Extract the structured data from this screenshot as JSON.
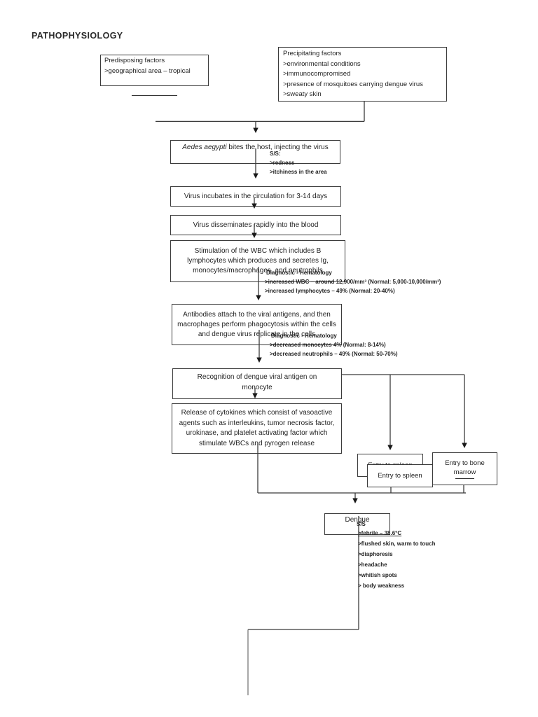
{
  "title": "PATHOPHYSIOLOGY",
  "colors": {
    "border": "#3b3b3b",
    "line": "#3b3b3b",
    "arrow": "#191919",
    "text": "#1f1f1f",
    "background": "#ffffff"
  },
  "flowchart": {
    "predisposing": {
      "heading": "Predisposing factors",
      "items": [
        ">geographical area – tropical"
      ]
    },
    "precipitating": {
      "heading": "Precipitating factors",
      "items": [
        ">environmental conditions",
        ">immunocompromised",
        ">presence of mosquitoes carrying dengue virus",
        ">sweaty skin"
      ]
    },
    "bite": {
      "species": "Aedes aegypti",
      "text": " bites the host, injecting the virus",
      "ss_label": "S/S:",
      "ss_items": [
        ">redness",
        ">itchiness in the area"
      ]
    },
    "incubation": {
      "text": "Virus incubates in the circulation for 3-14 days"
    },
    "dissemination": {
      "text": "Virus disseminates rapidly into the blood"
    },
    "stimulation": {
      "text": "Stimulation of the WBC which includes B lymphocytes which produces and secretes Ig, monocytes/macrophages, and neutrophils",
      "diagnostic_label": "Diagnostic - Hematology",
      "diagnostic_items": [
        ">increased WBC – around 12,900/mm³ (Normal: 5,000-10,000/mm³)",
        ">increased lymphocytes – 49% (Normal: 20-40%)"
      ]
    },
    "antibodies": {
      "text": "Antibodies attach to the viral antigens, and then macrophages perform phagocytosis within the cells and dengue virus replicate in the cells",
      "diagnostic_label": "Diagnostic - Hematology",
      "diagnostic_items": [
        ">decreased monocytes 4% (Normal: 8-14%)",
        ">decreased neutrophils – 49% (Normal: 50-70%)"
      ]
    },
    "recognition": {
      "text": "Recognition of dengue viral antigen on monocyte"
    },
    "release": {
      "text": "Release of cytokines which consist of vasoactive agents such as interleukins, tumor necrosis factor, urokinase, and platelet activating factor which stimulate WBCs and pyrogen release"
    },
    "spleen_back": {
      "text": "Entry to spleen"
    },
    "spleen_front": {
      "text": "Entry to spleen"
    },
    "bone_marrow": {
      "text": "Entry to bone marrow"
    },
    "dengue": {
      "text": "Dengue",
      "ss_label": "S/S",
      "ss_items": [
        ">febrile – 38.6°C",
        ">flushed skin, warm to touch",
        ">diaphoresis",
        ">headache",
        ">whitish spots",
        "> body weakness"
      ]
    }
  }
}
